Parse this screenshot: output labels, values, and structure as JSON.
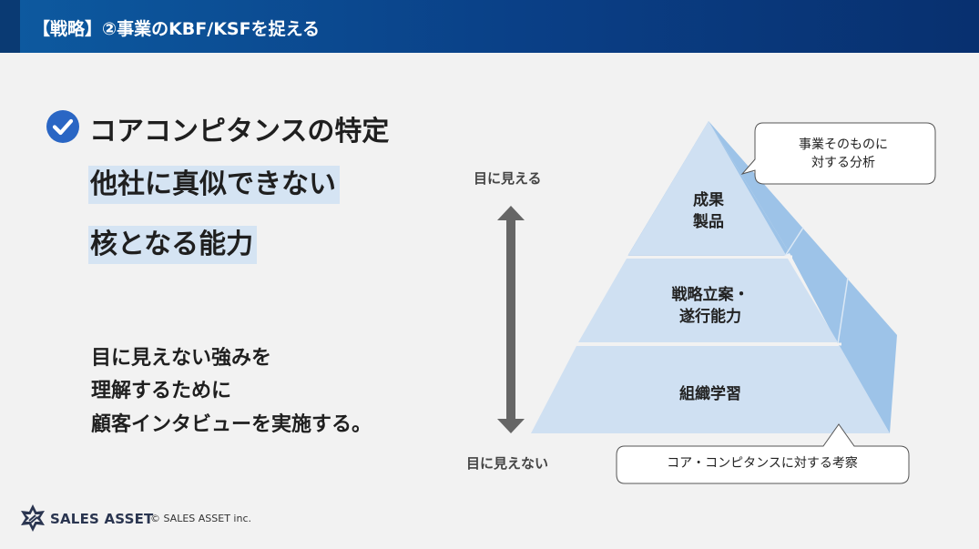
{
  "header": {
    "title": "【戦略】②事業のKBF/KSFを捉える"
  },
  "main": {
    "headline": "コアコンピタンスの特定",
    "highlights": [
      "他社に真似できない",
      "核となる能力"
    ],
    "body_lines": [
      "目に見えない強みを",
      "理解するために",
      "顧客インタビューを実施する。"
    ]
  },
  "diagram": {
    "axis_top_label": "目に見える",
    "axis_bottom_label": "目に見えない",
    "layers": [
      {
        "label_lines": [
          "成果",
          "製品"
        ]
      },
      {
        "label_lines": [
          "戦略立案・",
          "遂行能力"
        ]
      },
      {
        "label_lines": [
          "組織学習"
        ]
      }
    ],
    "callout_top_lines": [
      "事業そのものに",
      "対する分析"
    ],
    "callout_bottom": "コア・コンピタンスに対する考察",
    "colors": {
      "pyramid_front": "#cfe0f2",
      "pyramid_side": "#9dc3e8",
      "arrow": "#666666",
      "highlight": "#d5e4f3",
      "check_icon": "#2a66c4"
    }
  },
  "footer": {
    "logo_text": "SALES ASSET",
    "copyright": "© SALES ASSET inc."
  }
}
